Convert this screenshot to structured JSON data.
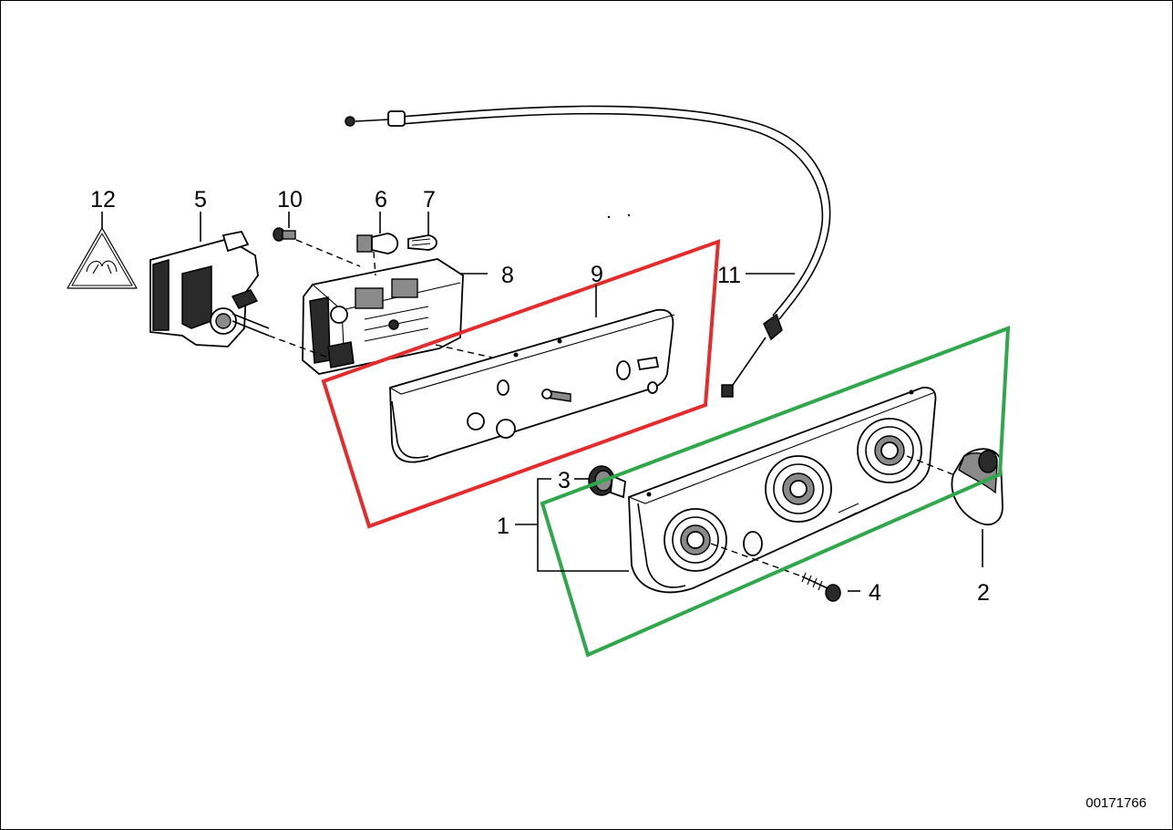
{
  "diagram": {
    "part_number": "00171766",
    "callouts": [
      {
        "id": "c1",
        "label": "1"
      },
      {
        "id": "c2",
        "label": "2"
      },
      {
        "id": "c3",
        "label": "3"
      },
      {
        "id": "c4",
        "label": "4"
      },
      {
        "id": "c5",
        "label": "5"
      },
      {
        "id": "c6",
        "label": "6"
      },
      {
        "id": "c7",
        "label": "7"
      },
      {
        "id": "c8",
        "label": "8"
      },
      {
        "id": "c9",
        "label": "9"
      },
      {
        "id": "c10",
        "label": "10"
      },
      {
        "id": "c11",
        "label": "11"
      },
      {
        "id": "c12",
        "label": "12"
      }
    ],
    "highlight_colors": {
      "red": "#e52b2b",
      "green": "#2ea84a"
    }
  }
}
